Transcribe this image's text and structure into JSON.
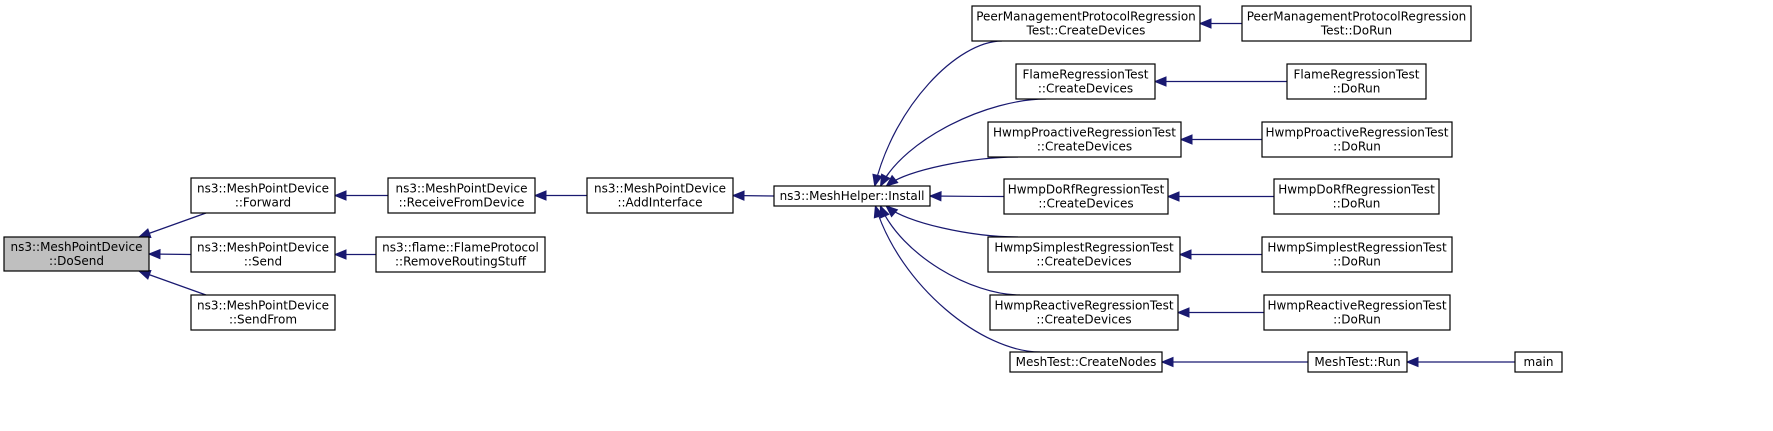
{
  "nodes": [
    {
      "id": "dosend",
      "lines": [
        "ns3::MeshPointDevice",
        "::DoSend"
      ],
      "highlighted": true
    },
    {
      "id": "forward",
      "lines": [
        "ns3::MeshPointDevice",
        "::Forward"
      ]
    },
    {
      "id": "send",
      "lines": [
        "ns3::MeshPointDevice",
        "::Send"
      ]
    },
    {
      "id": "sendfrom",
      "lines": [
        "ns3::MeshPointDevice",
        "::SendFrom"
      ]
    },
    {
      "id": "receivefromdevice",
      "lines": [
        "ns3::MeshPointDevice",
        "::ReceiveFromDevice"
      ]
    },
    {
      "id": "removeroutingstuff",
      "lines": [
        "ns3::flame::FlameProtocol",
        "::RemoveRoutingStuff"
      ]
    },
    {
      "id": "addinterface",
      "lines": [
        "ns3::MeshPointDevice",
        "::AddInterface"
      ]
    },
    {
      "id": "install",
      "lines": [
        "ns3::MeshHelper::Install"
      ]
    },
    {
      "id": "pmp_create",
      "lines": [
        "PeerManagementProtocolRegression",
        "Test::CreateDevices"
      ]
    },
    {
      "id": "flame_create",
      "lines": [
        "FlameRegressionTest",
        "::CreateDevices"
      ]
    },
    {
      "id": "hwmpproactive_create",
      "lines": [
        "HwmpProactiveRegressionTest",
        "::CreateDevices"
      ]
    },
    {
      "id": "hwmpdorf_create",
      "lines": [
        "HwmpDoRfRegressionTest",
        "::CreateDevices"
      ]
    },
    {
      "id": "hwmpsimplest_create",
      "lines": [
        "HwmpSimplestRegressionTest",
        "::CreateDevices"
      ]
    },
    {
      "id": "hwmpreactive_create",
      "lines": [
        "HwmpReactiveRegressionTest",
        "::CreateDevices"
      ]
    },
    {
      "id": "meshtest_createnodes",
      "lines": [
        "MeshTest::CreateNodes"
      ]
    },
    {
      "id": "pmp_dorun",
      "lines": [
        "PeerManagementProtocolRegression",
        "Test::DoRun"
      ]
    },
    {
      "id": "flame_dorun",
      "lines": [
        "FlameRegressionTest",
        "::DoRun"
      ]
    },
    {
      "id": "hwmpproactive_dorun",
      "lines": [
        "HwmpProactiveRegressionTest",
        "::DoRun"
      ]
    },
    {
      "id": "hwmpdorf_dorun",
      "lines": [
        "HwmpDoRfRegressionTest",
        "::DoRun"
      ]
    },
    {
      "id": "hwmpsimplest_dorun",
      "lines": [
        "HwmpSimplestRegressionTest",
        "::DoRun"
      ]
    },
    {
      "id": "hwmpreactive_dorun",
      "lines": [
        "HwmpReactiveRegressionTest",
        "::DoRun"
      ]
    },
    {
      "id": "meshtest_run",
      "lines": [
        "MeshTest::Run"
      ]
    },
    {
      "id": "main",
      "lines": [
        "main"
      ]
    }
  ],
  "edges": [
    {
      "from": "forward",
      "to": "dosend"
    },
    {
      "from": "send",
      "to": "dosend"
    },
    {
      "from": "sendfrom",
      "to": "dosend"
    },
    {
      "from": "receivefromdevice",
      "to": "forward"
    },
    {
      "from": "removeroutingstuff",
      "to": "send"
    },
    {
      "from": "addinterface",
      "to": "receivefromdevice"
    },
    {
      "from": "install",
      "to": "addinterface"
    },
    {
      "from": "pmp_create",
      "to": "install"
    },
    {
      "from": "flame_create",
      "to": "install"
    },
    {
      "from": "hwmpproactive_create",
      "to": "install"
    },
    {
      "from": "hwmpdorf_create",
      "to": "install"
    },
    {
      "from": "hwmpsimplest_create",
      "to": "install"
    },
    {
      "from": "hwmpreactive_create",
      "to": "install"
    },
    {
      "from": "meshtest_createnodes",
      "to": "install"
    },
    {
      "from": "pmp_dorun",
      "to": "pmp_create"
    },
    {
      "from": "flame_dorun",
      "to": "flame_create"
    },
    {
      "from": "hwmpproactive_dorun",
      "to": "hwmpproactive_create"
    },
    {
      "from": "hwmpdorf_dorun",
      "to": "hwmpdorf_create"
    },
    {
      "from": "hwmpsimplest_dorun",
      "to": "hwmpsimplest_create"
    },
    {
      "from": "hwmpreactive_dorun",
      "to": "hwmpreactive_create"
    },
    {
      "from": "meshtest_run",
      "to": "meshtest_createnodes"
    },
    {
      "from": "main",
      "to": "meshtest_run"
    }
  ],
  "colors": {
    "edge": "#191970",
    "highlight_fill": "#bfbfbf",
    "node_fill": "#ffffff",
    "node_border": "#000000"
  }
}
